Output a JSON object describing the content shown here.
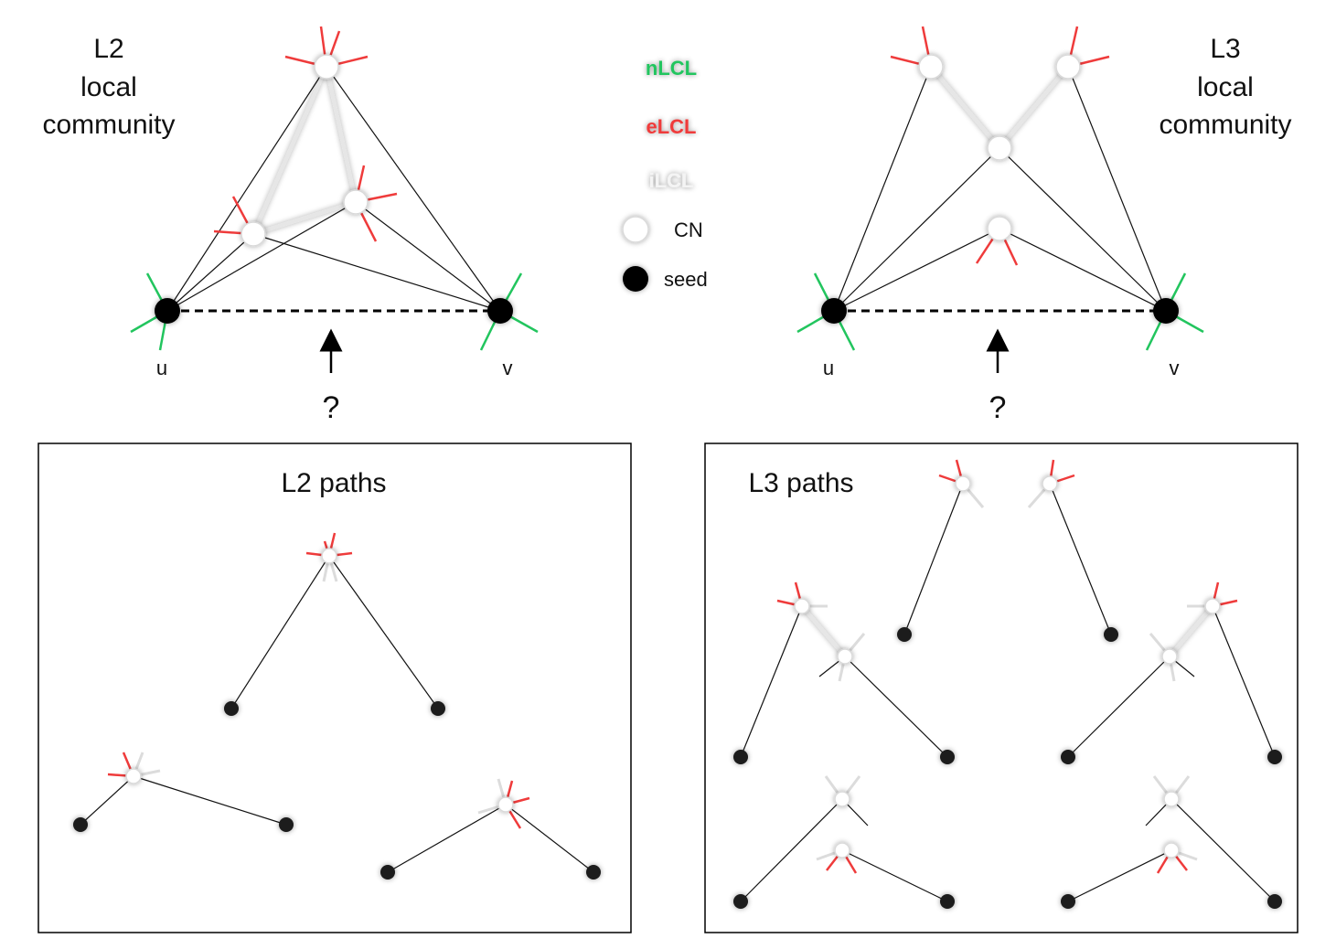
{
  "top_left": {
    "title_lines": [
      "L2",
      "local",
      "community"
    ],
    "seed_u": "u",
    "seed_v": "v",
    "question": "?"
  },
  "top_right": {
    "title_lines": [
      "L3",
      "local",
      "community"
    ],
    "seed_u": "u",
    "seed_v": "v",
    "question": "?"
  },
  "legend": {
    "nlcl": "nLCL",
    "elcl": "eLCL",
    "ilcl": "iLCL",
    "cn": "CN",
    "seed": "seed"
  },
  "panels": {
    "l2_title": "L2 paths",
    "l3_title": "L3 paths"
  },
  "colors": {
    "nlcl": "#22c55e",
    "elcl": "#ef3b3b",
    "ilcl": "#dcdcdc",
    "seed": "#000000",
    "cn": "#ffffff"
  }
}
